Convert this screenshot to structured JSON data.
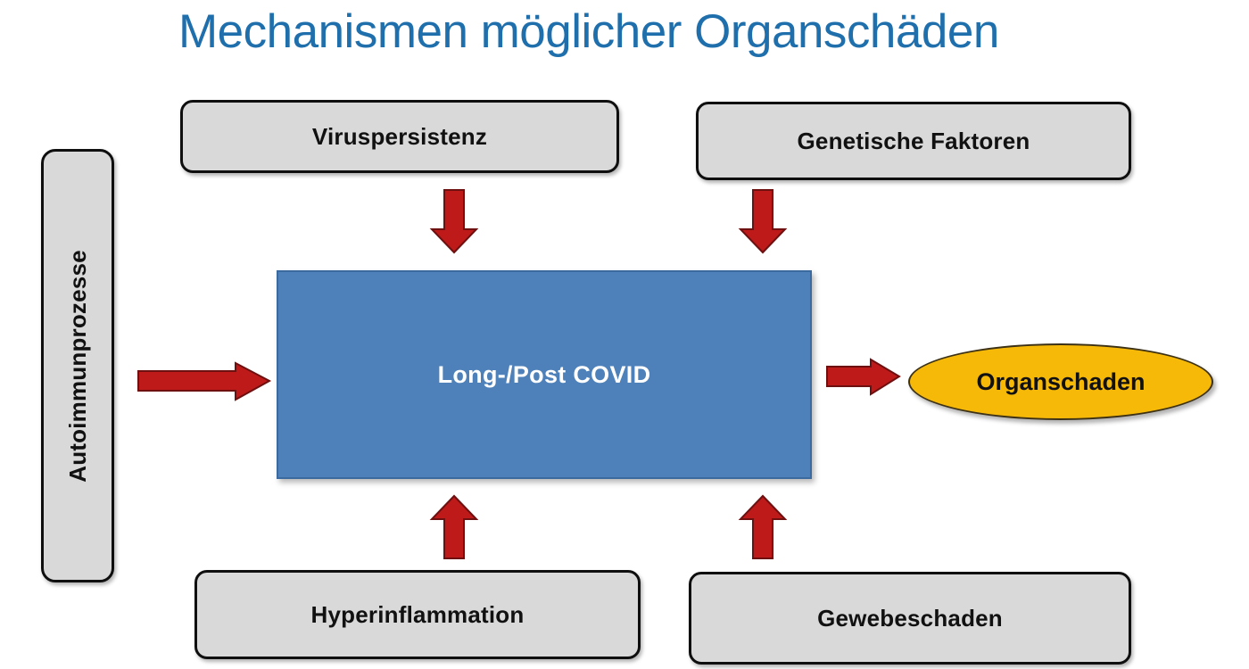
{
  "title": "Mechanismen möglicher Organschäden",
  "colors": {
    "title": "#1f6fad",
    "box_fill": "#d9d9d9",
    "box_border": "#0f0f0f",
    "center_fill": "#4e81b9",
    "center_border": "#3a6a9e",
    "ellipse_fill": "#f6b908",
    "arrow_fill": "#be1a1a",
    "arrow_border": "#7a1111",
    "background": "#ffffff"
  },
  "nodes": {
    "viruspersistenz": {
      "label": "Viruspersistenz",
      "shape": "rounded-rect"
    },
    "genetische_faktoren": {
      "label": "Genetische Faktoren",
      "shape": "rounded-rect"
    },
    "autoimmunprozesse": {
      "label": "Autoimmunprozesse",
      "shape": "rounded-rect-vertical"
    },
    "long_post_covid": {
      "label": "Long-/Post COVID",
      "shape": "rect"
    },
    "organschaden": {
      "label": "Organschaden",
      "shape": "ellipse"
    },
    "hyperinflammation": {
      "label": "Hyperinflammation",
      "shape": "rounded-rect"
    },
    "gewebeschaden": {
      "label": "Gewebeschaden",
      "shape": "rounded-rect"
    }
  },
  "arrows": [
    {
      "id": "virus-to-center",
      "name": "arrow-down-red",
      "from": "viruspersistenz",
      "to": "long_post_covid",
      "direction": "down"
    },
    {
      "id": "genetic-to-center",
      "name": "arrow-down-red",
      "from": "genetische_faktoren",
      "to": "long_post_covid",
      "direction": "down"
    },
    {
      "id": "autoimmun-to-center",
      "name": "arrow-right-red",
      "from": "autoimmunprozesse",
      "to": "long_post_covid",
      "direction": "right"
    },
    {
      "id": "center-to-organ",
      "name": "arrow-right-red",
      "from": "long_post_covid",
      "to": "organschaden",
      "direction": "right"
    },
    {
      "id": "hyper-to-center",
      "name": "arrow-up-red",
      "from": "hyperinflammation",
      "to": "long_post_covid",
      "direction": "up"
    },
    {
      "id": "gewebe-to-center",
      "name": "arrow-up-red",
      "from": "gewebeschaden",
      "to": "long_post_covid",
      "direction": "up"
    }
  ]
}
